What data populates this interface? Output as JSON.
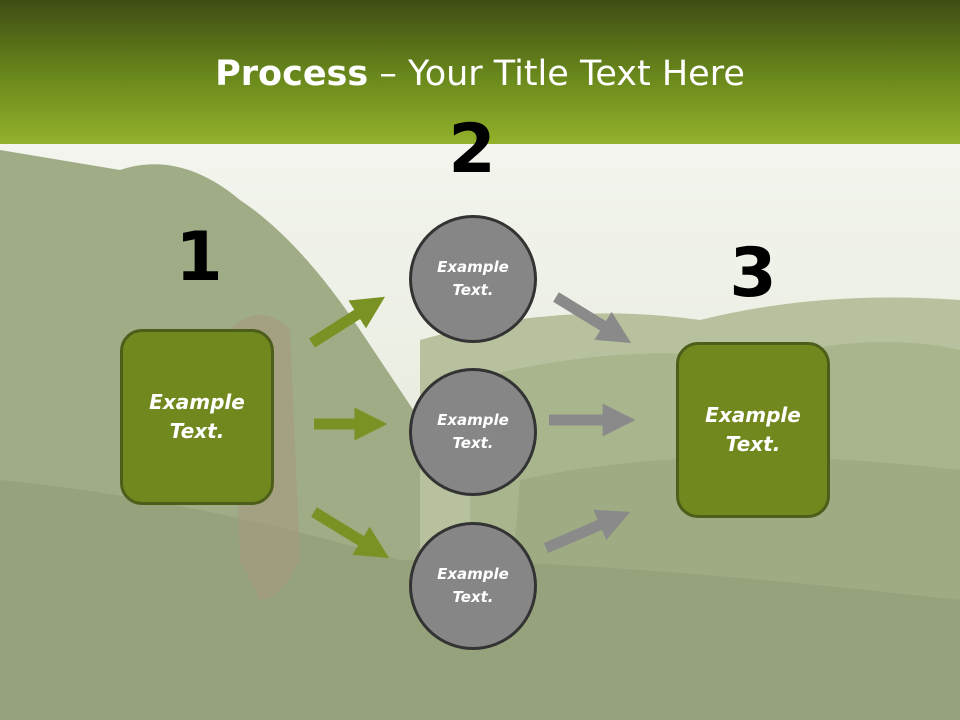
{
  "title": {
    "bold": "Process",
    "rest": " – Your Title Text Here"
  },
  "steps": [
    {
      "number": "1",
      "label_line1": "Example",
      "label_line2": "Text."
    },
    {
      "number": "2"
    },
    {
      "number": "3",
      "label_line1": "Example",
      "label_line2": "Text."
    }
  ],
  "circles": [
    {
      "line1": "Example",
      "line2": "Text."
    },
    {
      "line1": "Example",
      "line2": "Text."
    },
    {
      "line1": "Example",
      "line2": "Text."
    }
  ],
  "colors": {
    "header_dark": "#3f4d14",
    "header_light": "#93b12b",
    "box_fill": "#71881f",
    "green_arrow": "#7a9224",
    "gray_arrow": "#8a8a8a",
    "circle_fill": "#868686"
  }
}
